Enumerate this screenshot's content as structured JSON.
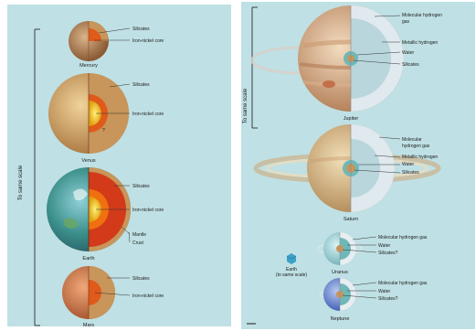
{
  "left_panel": {
    "scale_label": "To same scale",
    "mercury": {
      "name": "Mercury",
      "labels": [
        "Silicates",
        "Iron-nickel core"
      ]
    },
    "venus": {
      "name": "Venus",
      "labels": [
        "Silicates",
        "Iron-nickel core"
      ],
      "question_mark": "?"
    },
    "earth": {
      "name": "Earth",
      "labels": [
        "Silicates",
        "Iron-nickel core",
        "Mantle",
        "Crust"
      ]
    },
    "mars": {
      "name": "Mars",
      "labels": [
        "Silicates",
        "Iron-nickel core"
      ]
    }
  },
  "right_panel": {
    "scale_label": "To same scale",
    "jupiter": {
      "name": "Jupiter",
      "labels": [
        "Molecular hydrogen",
        "gas",
        "Metallic hydrogen",
        "Water",
        "Silicates"
      ]
    },
    "saturn": {
      "name": "Saturn",
      "labels": [
        "Molecular",
        "hydrogen gas",
        "Metallic hydrogen",
        "Water",
        "Silicates"
      ]
    },
    "uranus": {
      "name": "Uranus",
      "labels": [
        "Molecular hydrogen gas",
        "Water",
        "Silicates?"
      ]
    },
    "neptune": {
      "name": "Neptune",
      "labels": [
        "Molecular hydrogen gas",
        "Water",
        "Silicates?"
      ]
    },
    "earth_legend": {
      "line1": "Earth",
      "line2": "(to same scale)"
    }
  },
  "colors": {
    "panel_bg": "#bfe0e4",
    "silicates": "#c8955a",
    "iron_core": "#e8b020",
    "earth_mantle": "#d23a1a",
    "gas": "#e6eef2",
    "water": "#6fb8b8"
  }
}
